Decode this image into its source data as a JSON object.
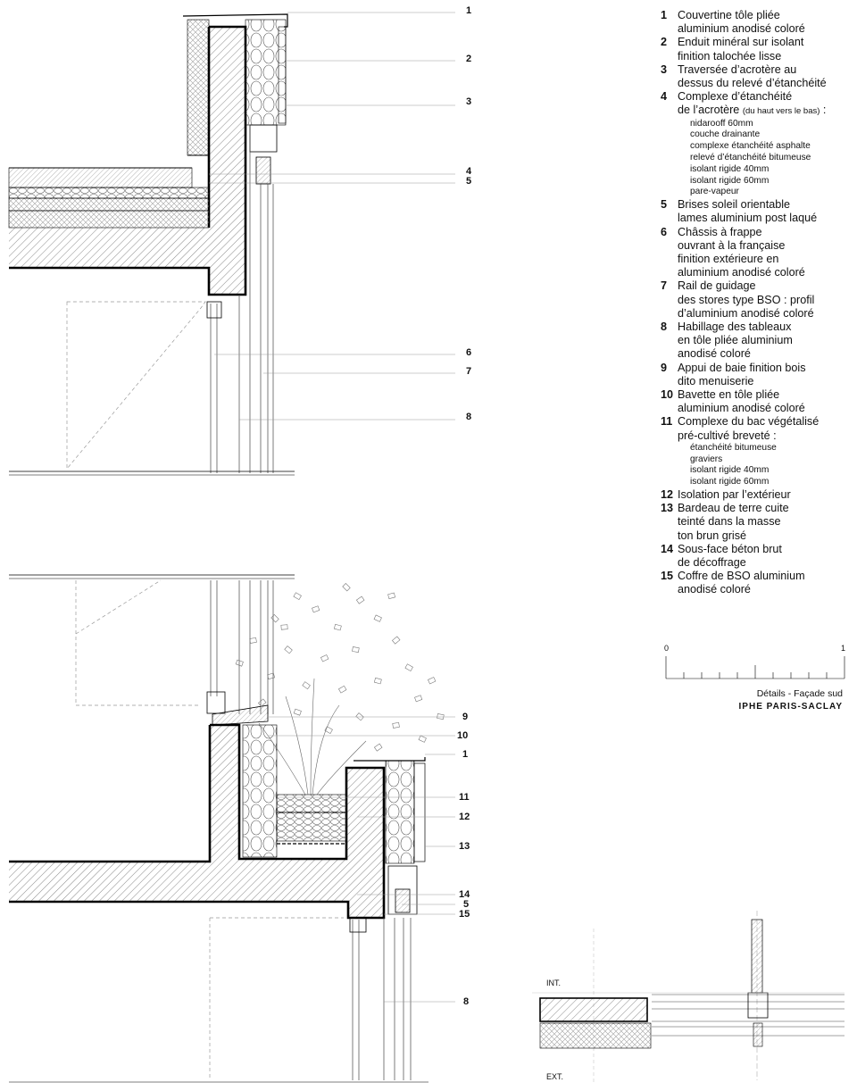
{
  "callouts_top": [
    "1",
    "2",
    "3",
    "4",
    "5",
    "6",
    "7",
    "8"
  ],
  "callouts_bottom": [
    "9",
    "10",
    "1",
    "11",
    "12",
    "13",
    "14",
    "5",
    "15",
    "8"
  ],
  "legend": [
    {
      "num": "1",
      "lines": [
        "Couvertine tôle pliée",
        "aluminium anodisé coloré"
      ]
    },
    {
      "num": "2",
      "lines": [
        "Enduit minéral sur isolant",
        "finition talochée lisse"
      ]
    },
    {
      "num": "3",
      "lines": [
        "Traversée d’acrotère au",
        "dessus du relevé d’étanchéité"
      ]
    },
    {
      "num": "4",
      "lines": [
        "Complexe d’étanchéité"
      ],
      "line2": "de l’acrotère",
      "note": "(du haut vers le bas)",
      "line2_end": " :",
      "sub": [
        "nidarooff 60mm",
        "couche drainante",
        "complexe étanchéité asphalte",
        "relevé d’étanchéité bitumeuse",
        "isolant rigide 40mm",
        "isolant rigide 60mm",
        "pare-vapeur"
      ]
    },
    {
      "num": "5",
      "lines": [
        "Brises soleil orientable",
        "lames aluminium post laqué"
      ]
    },
    {
      "num": "6",
      "lines": [
        "Châssis à frappe",
        "ouvrant à la française",
        "finition extérieure en",
        "aluminium anodisé coloré"
      ]
    },
    {
      "num": "7",
      "lines": [
        "Rail de guidage",
        "des stores type BSO : profil",
        "d’aluminium anodisé coloré"
      ]
    },
    {
      "num": "8",
      "lines": [
        "Habillage des tableaux",
        "en tôle pliée aluminium",
        "anodisé coloré"
      ]
    },
    {
      "num": "9",
      "lines": [
        "Appui de baie finition bois",
        "dito menuiserie"
      ]
    },
    {
      "num": "10",
      "lines": [
        "Bavette en tôle pliée",
        "aluminium anodisé coloré"
      ]
    },
    {
      "num": "11",
      "lines": [
        "Complexe du bac végétalisé",
        "pré-cultivé breveté :"
      ],
      "sub": [
        "étanchéité bitumeuse",
        "graviers",
        "isolant rigide 40mm",
        "isolant rigide 60mm"
      ]
    },
    {
      "num": "12",
      "lines": [
        "Isolation par l’extérieur"
      ]
    },
    {
      "num": "13",
      "lines": [
        "Bardeau de terre cuite",
        "teinté dans la masse",
        "ton brun grisé"
      ]
    },
    {
      "num": "14",
      "lines": [
        "Sous-face béton brut",
        "de décoffrage"
      ]
    },
    {
      "num": "15",
      "lines": [
        "Coffre de BSO aluminium",
        "anodisé coloré"
      ]
    }
  ],
  "scale": {
    "start": "0",
    "end": "1"
  },
  "caption": {
    "subtitle": "Détails - Façade sud",
    "title": "IPHE PARIS-SACLAY"
  },
  "plan_labels": {
    "int": "INT.",
    "ext": "EXT."
  }
}
